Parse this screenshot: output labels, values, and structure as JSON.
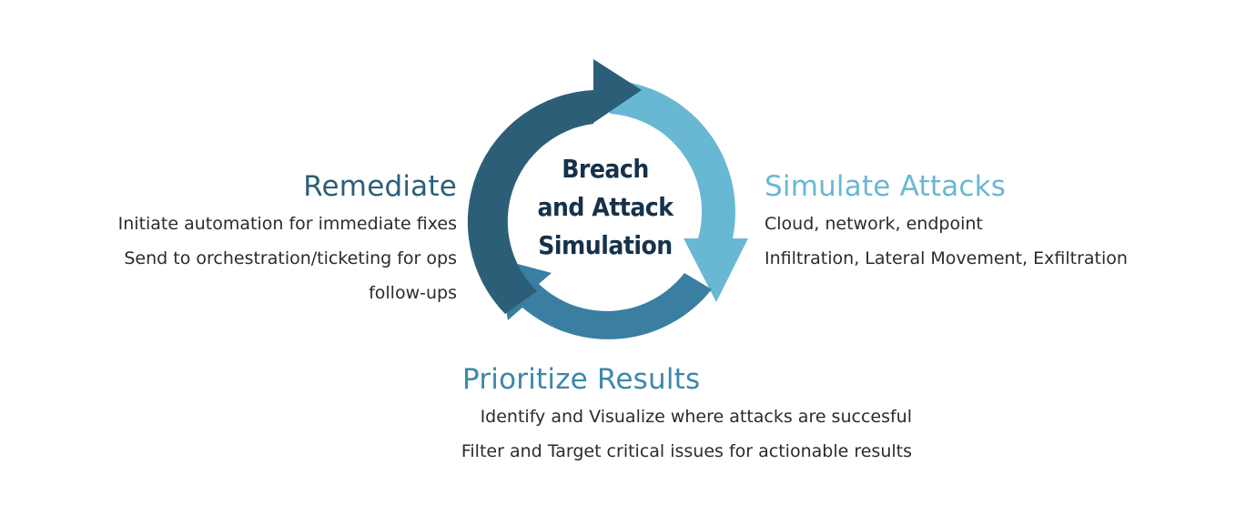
{
  "center": {
    "line1": "Breach",
    "line2": "and Attack",
    "line3": "Simulation"
  },
  "remediate": {
    "title": "Remediate",
    "lines": [
      "Initiate automation for immediate fixes",
      "Send to orchestration/ticketing for ops",
      "follow-ups"
    ]
  },
  "simulate": {
    "title": "Simulate Attacks",
    "lines": [
      "Cloud, network, endpoint",
      "Infiltration, Lateral Movement, Exfiltration"
    ]
  },
  "prioritize": {
    "title": "Prioritize Results",
    "lines": [
      "Identify and Visualize where attacks are succesful",
      "Filter and Target critical issues for actionable results"
    ]
  },
  "colors": {
    "dark_teal": "#2c5f77",
    "mid_blue": "#3b88aa",
    "light_blue": "#69b8d3",
    "center_text": "#16324a"
  },
  "icons": [
    "cycle-arrow-remediate",
    "cycle-arrow-simulate",
    "cycle-arrow-prioritize"
  ]
}
